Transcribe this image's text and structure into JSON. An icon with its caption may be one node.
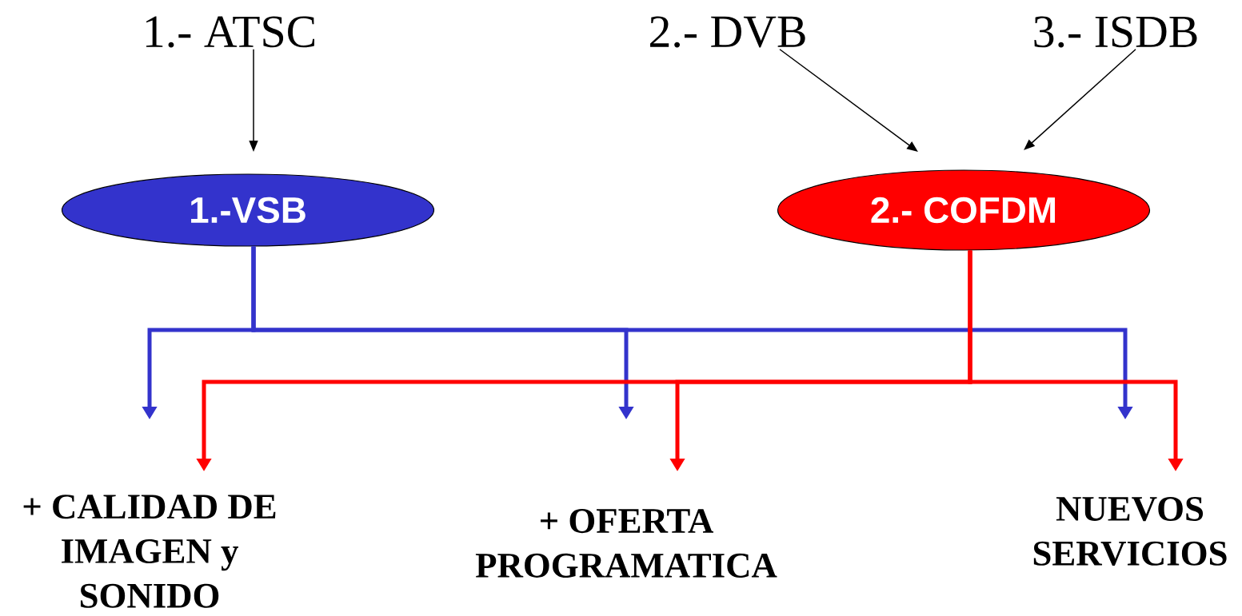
{
  "diagram": {
    "nodes": [
      {
        "text": [
          "1.- ATSC"
        ]
      },
      {
        "text": [
          "2.- DVB"
        ]
      },
      {
        "text": [
          "3.- ISDB"
        ]
      },
      {
        "text": [
          "1.-VSB"
        ]
      },
      {
        "text": [
          "2.- COFDM"
        ]
      },
      {
        "text": [
          "+ CALIDAD DE IMAGEN y SONIDO"
        ]
      },
      {
        "text": [
          "+ OFERTA PROGRAMATICA"
        ]
      },
      {
        "text": [
          "NUEVOS SERVICIOS"
        ]
      }
    ],
    "edges": [
      {
        "from": 0,
        "to": 3,
        "arrow": "to",
        "color": "#000000"
      },
      {
        "from": 1,
        "to": 4,
        "arrow": "to",
        "color": "#000000"
      },
      {
        "from": 2,
        "to": 4,
        "arrow": "to",
        "color": "#000000"
      },
      {
        "from": 3,
        "to": 5,
        "arrow": "to",
        "color": "#3333cc"
      },
      {
        "from": 3,
        "to": 6,
        "arrow": "to",
        "color": "#3333cc"
      },
      {
        "from": 3,
        "to": 7,
        "arrow": "to",
        "color": "#3333cc"
      },
      {
        "from": 4,
        "to": 5,
        "arrow": "to",
        "color": "#ff0000"
      },
      {
        "from": 4,
        "to": 6,
        "arrow": "to",
        "color": "#ff0000"
      },
      {
        "from": 4,
        "to": 7,
        "arrow": "to",
        "color": "#ff0000"
      }
    ]
  }
}
